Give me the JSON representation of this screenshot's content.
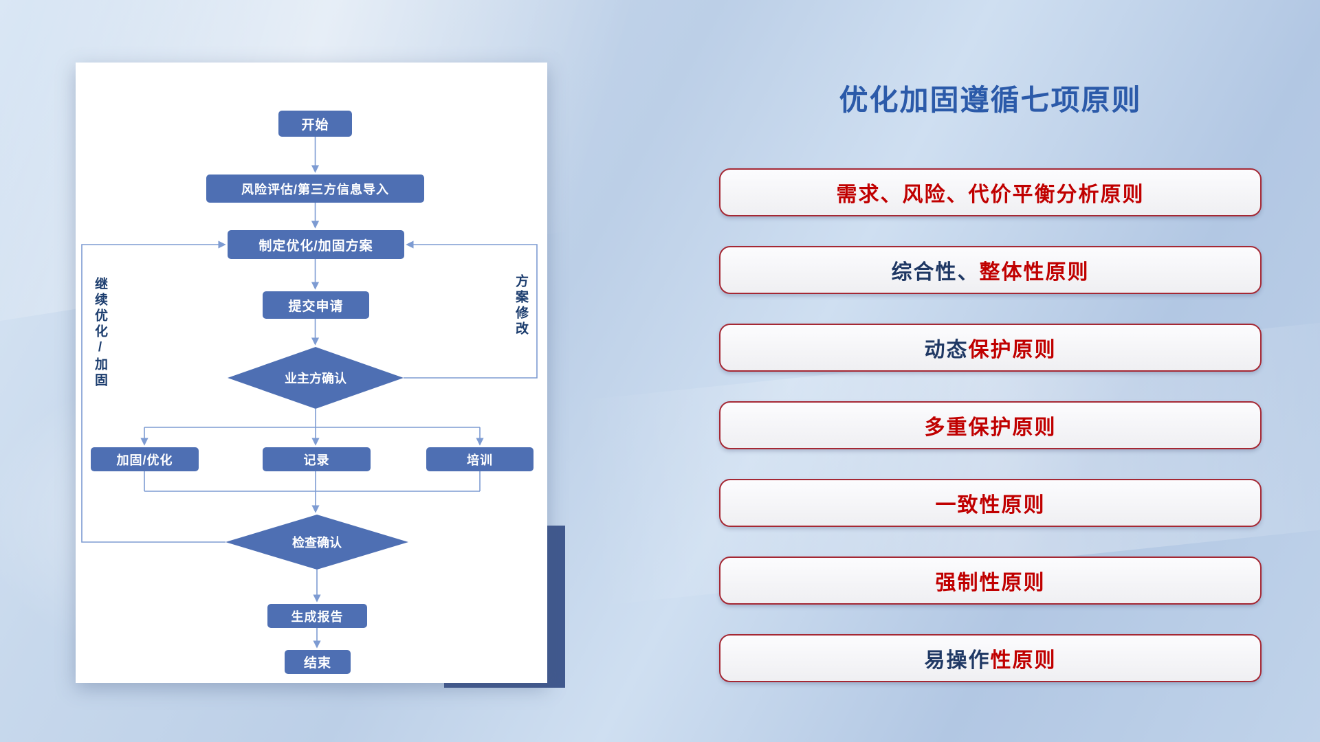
{
  "colors": {
    "red": "#C00000",
    "navy": "#1F3864",
    "title_blue": "#2B5AA9",
    "node_blue": "#4E6FB3",
    "line_blue": "#7D9BD2",
    "border_red": "#A52834",
    "loop_label": "#1C3D6E",
    "shadow_navy": "#41598E"
  },
  "flowchart": {
    "nodes": {
      "start": "开始",
      "risk_import": "风险评估/第三方信息导入",
      "plan": "制定优化/加固方案",
      "submit": "提交申请",
      "owner_confirm": "业主方确认",
      "reinforce": "加固/优化",
      "record": "记录",
      "training": "培训",
      "check_confirm": "检查确认",
      "report": "生成报告",
      "end": "结束"
    },
    "loop_labels": {
      "left": "继续优化/加固",
      "right": "方案修改"
    }
  },
  "principles": {
    "title": "优化加固遵循七项原则",
    "items": [
      {
        "segments": [
          {
            "text": "需求、风险、代价平衡分析原则",
            "color": "red"
          }
        ]
      },
      {
        "segments": [
          {
            "text": "综合性、",
            "color": "navy"
          },
          {
            "text": "整体性原则",
            "color": "red"
          }
        ]
      },
      {
        "segments": [
          {
            "text": "动态",
            "color": "navy"
          },
          {
            "text": "保护原则",
            "color": "red"
          }
        ]
      },
      {
        "segments": [
          {
            "text": "多重保护原则",
            "color": "red"
          }
        ]
      },
      {
        "segments": [
          {
            "text": "一致性原则",
            "color": "red"
          }
        ]
      },
      {
        "segments": [
          {
            "text": "强制性原则",
            "color": "red"
          }
        ]
      },
      {
        "segments": [
          {
            "text": "易操作",
            "color": "navy"
          },
          {
            "text": "性原则",
            "color": "red"
          }
        ]
      }
    ]
  }
}
